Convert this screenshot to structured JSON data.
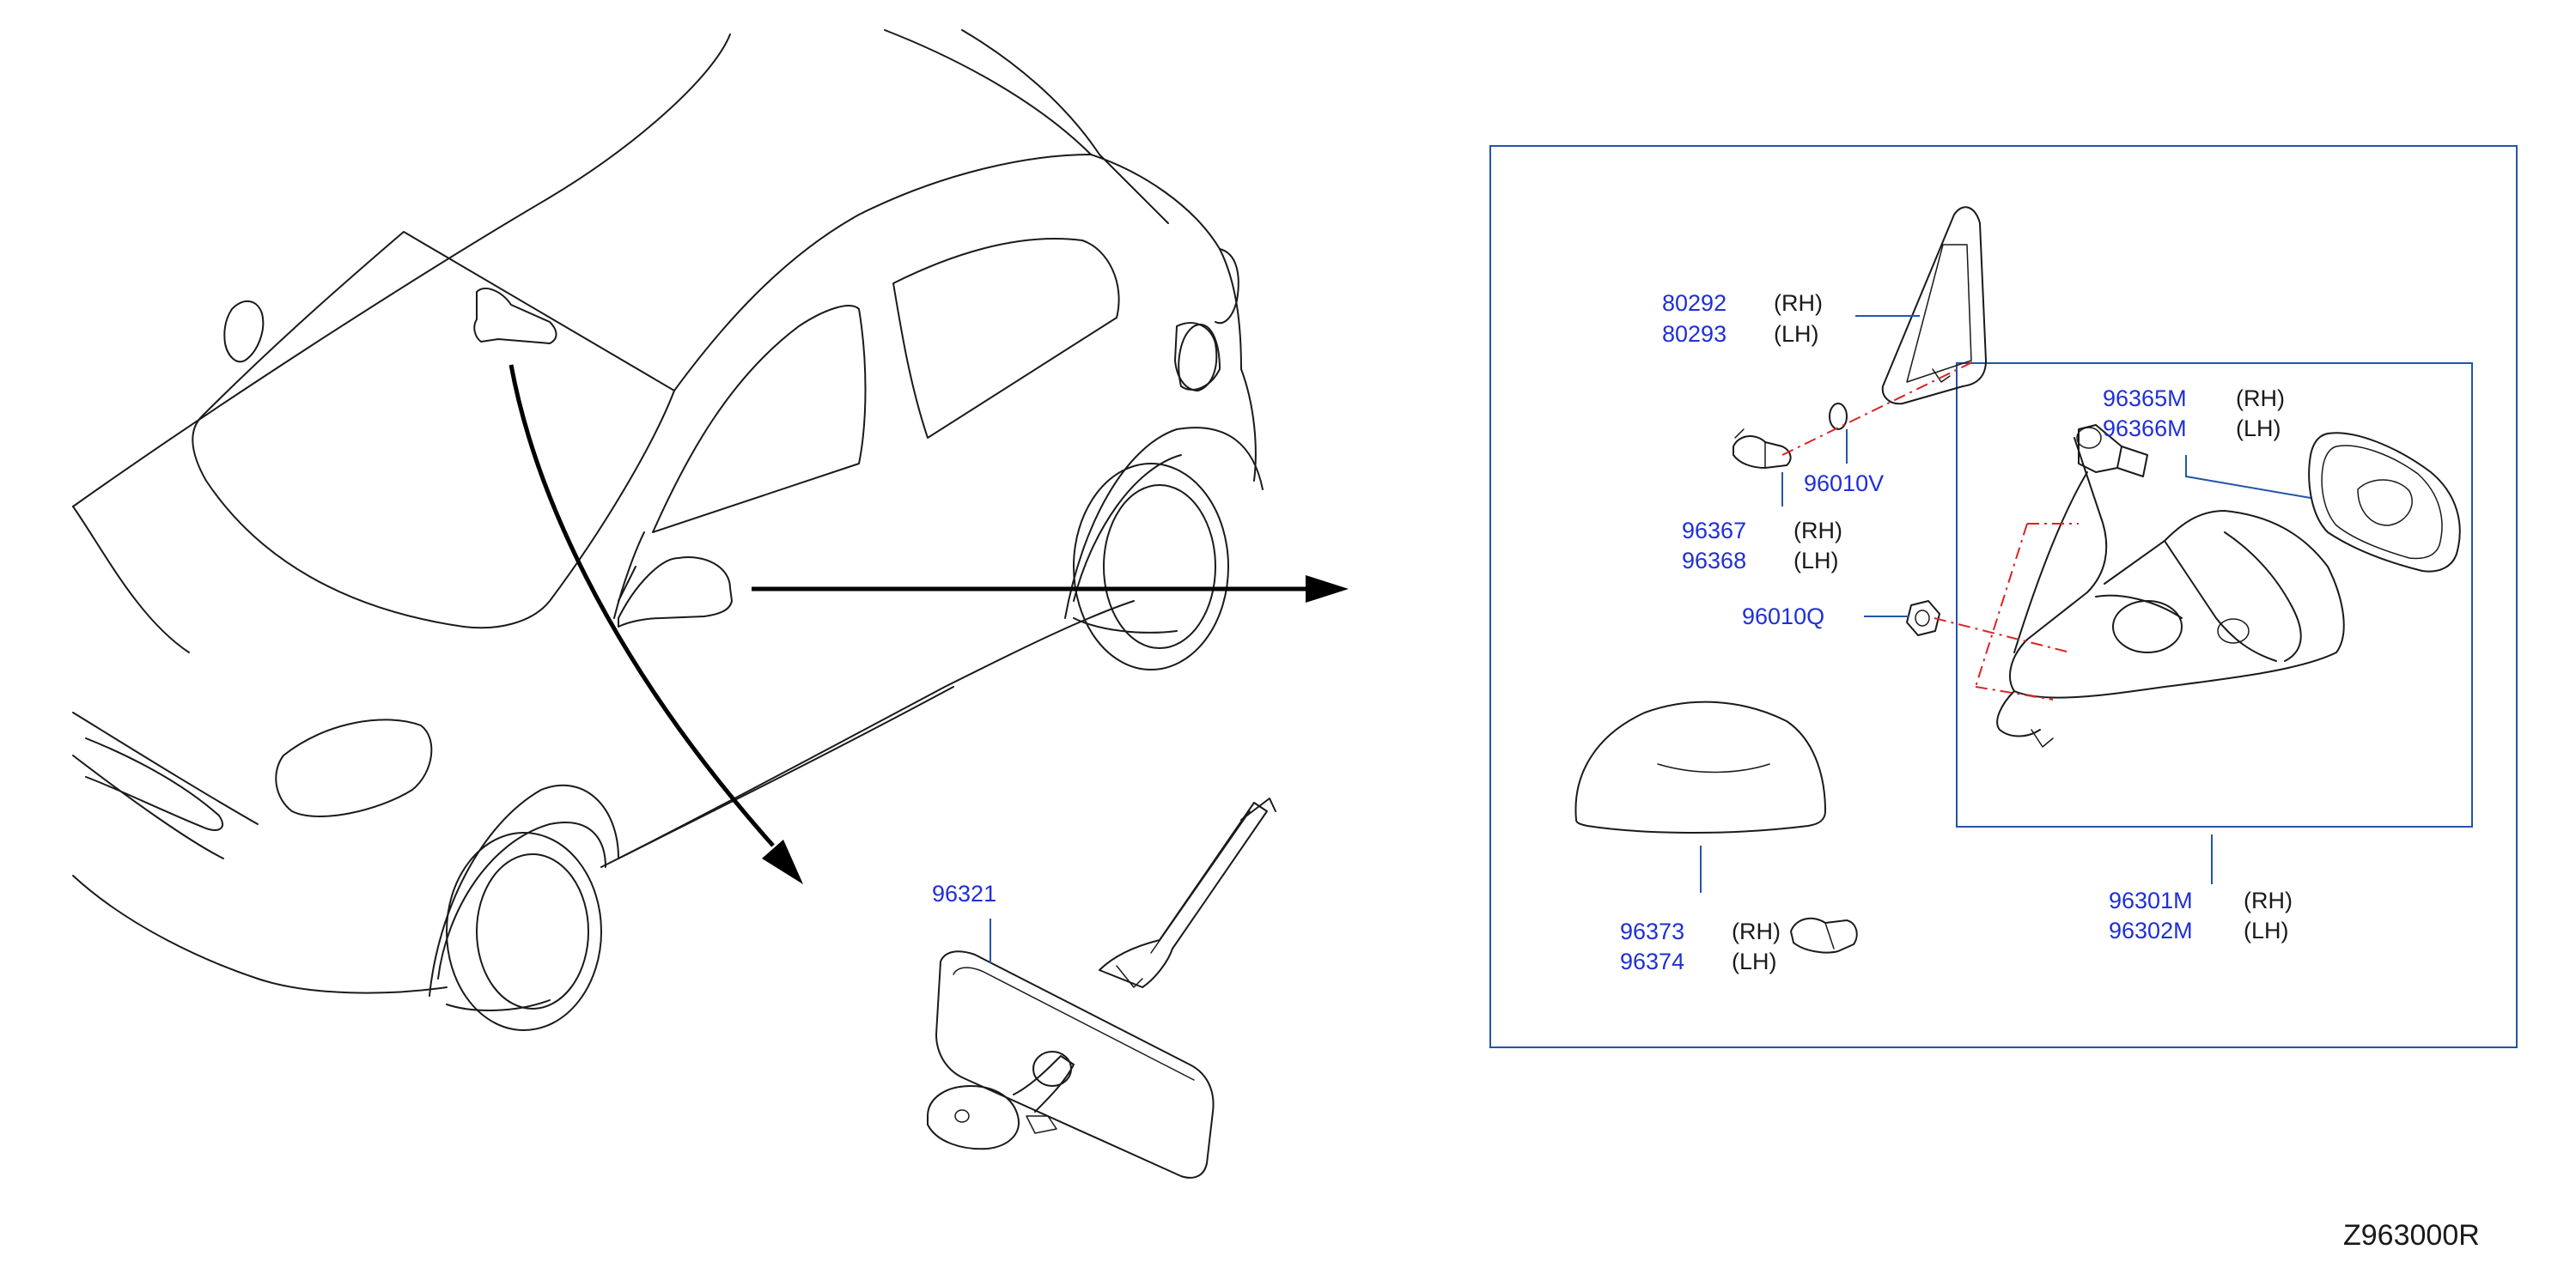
{
  "diagram_code": "Z963000R",
  "callouts": {
    "c80292": {
      "rh_part": "80292",
      "rh_side": "(RH)",
      "lh_part": "80293",
      "lh_side": "(LH)"
    },
    "c96365": {
      "rh_part": "96365M",
      "rh_side": "(RH)",
      "lh_part": "96366M",
      "lh_side": "(LH)"
    },
    "c96010V": {
      "part": "96010V"
    },
    "c96367": {
      "rh_part": "96367",
      "rh_side": "(RH)",
      "lh_part": "96368",
      "lh_side": "(LH)"
    },
    "c96010Q": {
      "part": "96010Q"
    },
    "c96373": {
      "rh_part": "96373",
      "rh_side": "(RH)",
      "lh_part": "96374",
      "lh_side": "(LH)"
    },
    "c96301": {
      "rh_part": "96301M",
      "rh_side": "(RH)",
      "lh_part": "96302M",
      "lh_side": "(LH)"
    },
    "c96321": {
      "part": "96321"
    }
  },
  "colors": {
    "part_number": "#1f2fd6",
    "leader_and_box": "#2255aa",
    "dashed_axis": "#dd2222",
    "line_art": "#1a1a1a"
  }
}
